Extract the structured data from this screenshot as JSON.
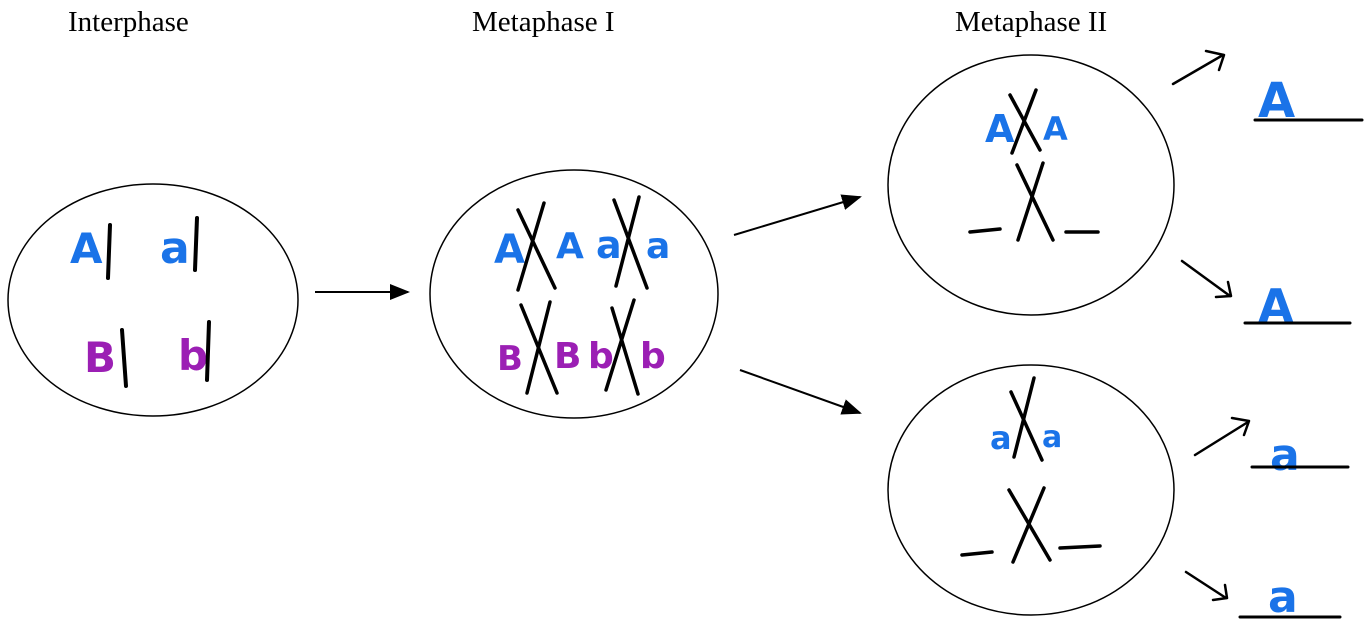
{
  "stages": {
    "interphase": "Interphase",
    "metaphase1": "Metaphase I",
    "metaphase2": "Metaphase II"
  },
  "alleles": {
    "A": "A",
    "a": "a",
    "B": "B",
    "b": "b"
  },
  "gametes": [
    "A",
    "A",
    "a",
    "a"
  ],
  "colors": {
    "gene_A": "#1a73e8",
    "gene_B": "#9b1fb4",
    "line": "#000000"
  }
}
